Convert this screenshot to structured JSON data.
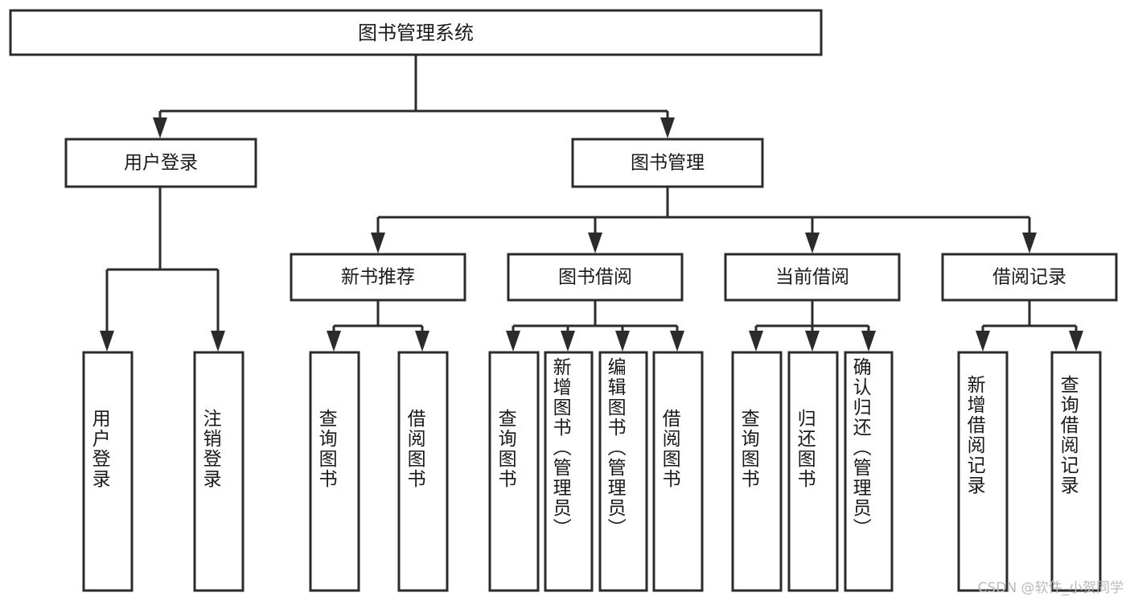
{
  "diagram": {
    "type": "tree",
    "title": "图书管理系统",
    "watermark": "CSDN @软件_小贺同学",
    "root": {
      "id": "root",
      "label": "图书管理系统",
      "orientation": "horizontal"
    },
    "level2": [
      {
        "id": "user-login",
        "label": "用户登录",
        "orientation": "horizontal"
      },
      {
        "id": "book-manage",
        "label": "图书管理",
        "orientation": "horizontal"
      }
    ],
    "level3": [
      {
        "id": "new-book-rec",
        "label": "新书推荐",
        "orientation": "horizontal",
        "parent": "book-manage"
      },
      {
        "id": "book-borrow",
        "label": "图书借阅",
        "orientation": "horizontal",
        "parent": "book-manage"
      },
      {
        "id": "current-borrow",
        "label": "当前借阅",
        "orientation": "horizontal",
        "parent": "book-manage"
      },
      {
        "id": "borrow-record",
        "label": "借阅记录",
        "orientation": "horizontal",
        "parent": "book-manage"
      }
    ],
    "leaves": [
      {
        "id": "leaf-user-login",
        "label": "用户登录",
        "parent": "user-login",
        "orientation": "vertical"
      },
      {
        "id": "leaf-logout",
        "label": "注销登录",
        "parent": "user-login",
        "orientation": "vertical"
      },
      {
        "id": "leaf-query-book-1",
        "label": "查询图书",
        "parent": "new-book-rec",
        "orientation": "vertical"
      },
      {
        "id": "leaf-borrow-book-1",
        "label": "借阅图书",
        "parent": "new-book-rec",
        "orientation": "vertical"
      },
      {
        "id": "leaf-query-book-2",
        "label": "查询图书",
        "parent": "book-borrow",
        "orientation": "vertical"
      },
      {
        "id": "leaf-add-book",
        "label": "新增图书（管理员）",
        "parent": "book-borrow",
        "orientation": "vertical"
      },
      {
        "id": "leaf-edit-book",
        "label": "编辑图书（管理员）",
        "parent": "book-borrow",
        "orientation": "vertical"
      },
      {
        "id": "leaf-borrow-book-2",
        "label": "借阅图书",
        "parent": "book-borrow",
        "orientation": "vertical"
      },
      {
        "id": "leaf-query-book-3",
        "label": "查询图书",
        "parent": "current-borrow",
        "orientation": "vertical"
      },
      {
        "id": "leaf-return-book",
        "label": "归还图书",
        "parent": "current-borrow",
        "orientation": "vertical"
      },
      {
        "id": "leaf-confirm-return",
        "label": "确认归还（管理员）",
        "parent": "current-borrow",
        "orientation": "vertical"
      },
      {
        "id": "leaf-add-record",
        "label": "新增借阅记录",
        "parent": "borrow-record",
        "orientation": "vertical"
      },
      {
        "id": "leaf-query-record",
        "label": "查询借阅记录",
        "parent": "borrow-record",
        "orientation": "vertical"
      }
    ],
    "colors": {
      "box_fill": "#ffffff",
      "box_stroke": "#2b2b2b",
      "connector": "#2b2b2b",
      "text": "#1a1a1a",
      "background": "#ffffff",
      "watermark": "#b9b9b9"
    }
  }
}
